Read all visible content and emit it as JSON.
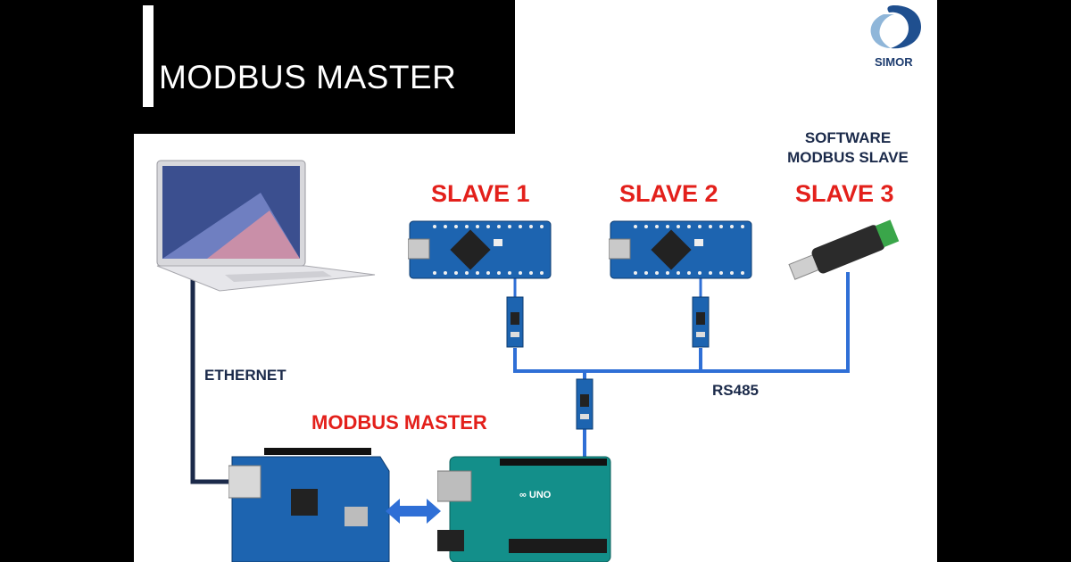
{
  "title": "MODBUS MASTER",
  "logo": {
    "text": "SIMOR",
    "icon": "simor-logo-icon"
  },
  "labels": {
    "slave1": "SLAVE 1",
    "slave2": "SLAVE 2",
    "slave3": "SLAVE 3",
    "software_line1": "SOFTWARE",
    "software_line2": "MODBUS SLAVE",
    "ethernet": "ETHERNET",
    "rs485": "RS485",
    "master": "MODBUS MASTER"
  },
  "colors": {
    "accent_red": "#e3201b",
    "wire_blue": "#2f6fd6",
    "board_blue": "#1d64b0",
    "arduino_teal": "#138f8a",
    "dark_navy": "#1b2a4a"
  }
}
